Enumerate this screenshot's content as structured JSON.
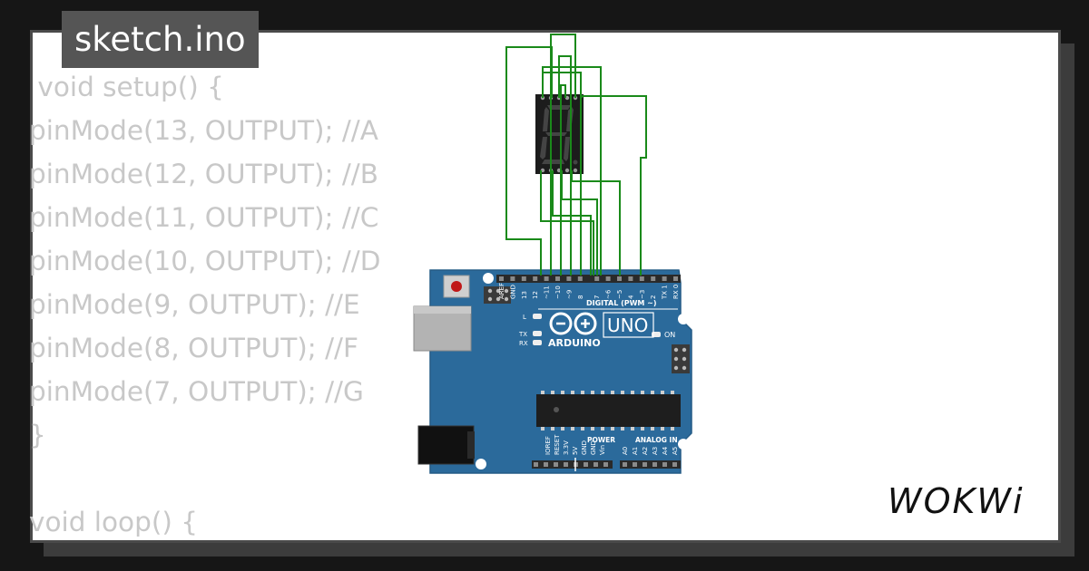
{
  "file_tab": {
    "label": "sketch.ino"
  },
  "code_lines": [
    " void setup() {",
    "pinMode(13, OUTPUT); //A",
    "pinMode(12, OUTPUT); //B",
    "pinMode(11, OUTPUT); //C",
    "pinMode(10, OUTPUT); //D",
    "pinMode(9, OUTPUT); //E",
    "pinMode(8, OUTPUT); //F",
    "pinMode(7, OUTPUT); //G",
    "}",
    "",
    "void loop() {"
  ],
  "board": {
    "model": "UNO",
    "brand": "ARDUINO",
    "header_label": "DIGITAL (PWM ~)",
    "power_label": "POWER",
    "analog_label": "ANALOG IN",
    "on_label": "ON",
    "led_l": "L",
    "led_tx": "TX",
    "led_rx": "RX",
    "digital_pins": [
      "AREF",
      "GND",
      "13",
      "12",
      "~11",
      "~10",
      "~9",
      "8",
      "7",
      "~6",
      "~5",
      "4",
      "~3",
      "2",
      "TX 1",
      "RX 0"
    ],
    "power_pins": [
      "IOREF",
      "RESET",
      "3.3V",
      "5V",
      "GND",
      "GND",
      "Vin"
    ],
    "analog_pins": [
      "A0",
      "A1",
      "A2",
      "A3",
      "A4",
      "A5"
    ],
    "color": "#2b6a9b"
  },
  "display": {
    "segment_color": "#444444",
    "body_color": "#1c1c1c"
  },
  "wire_color": "#1a8a1a",
  "logo": {
    "text": "WOKWi"
  }
}
